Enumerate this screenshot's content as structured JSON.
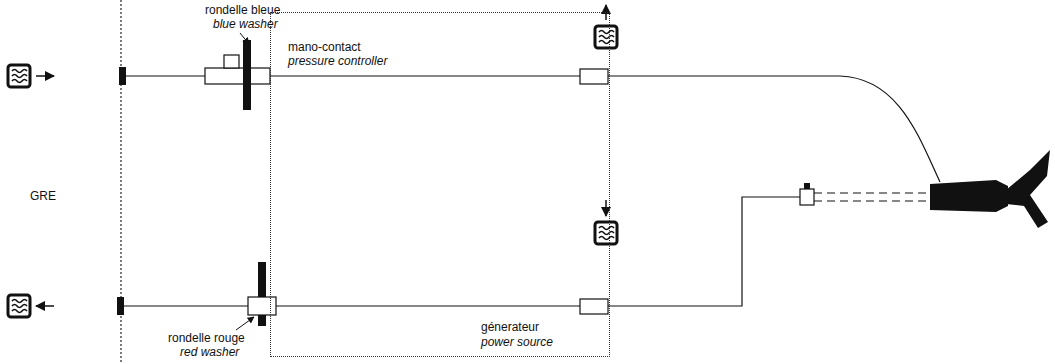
{
  "diagram": {
    "nodes": [
      {
        "text": [
          "génerateur",
          "power source"
        ]
      }
    ],
    "labels": [
      "rondelle bleue",
      "blue washer",
      "mano-contact",
      "pressure controller",
      "GRE",
      "rondelle rouge",
      "red washer"
    ]
  }
}
